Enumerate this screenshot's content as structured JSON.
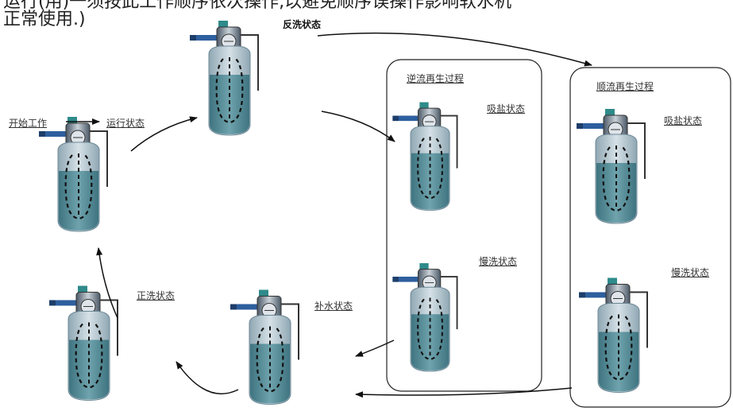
{
  "header": {
    "line1": "运行(用)一须按此工作顺序依次操作,以避免顺序误操作影响软水机",
    "line2": "正常使用.)"
  },
  "labels": {
    "start_work": "开始工作",
    "running": "运行状态",
    "backwash": "反洗状态",
    "counter_group": "逆流再生过程",
    "counter_brine": "吸盐状态",
    "counter_slow": "慢洗状态",
    "co_group": "顺流再生过程",
    "co_brine": "吸盐状态",
    "co_slow": "慢洗状态",
    "refill": "补水状态",
    "rinse": "正洗状态"
  },
  "colors": {
    "tank_water": "#4f8a95",
    "tank_glass": "#b9c9d2",
    "brine_tank": "#6fa6b4",
    "brine_inner": "#3d4a55",
    "valve": "#5a6a78",
    "pipe_blue": "#2e5f9e",
    "arrow": "#111111"
  }
}
